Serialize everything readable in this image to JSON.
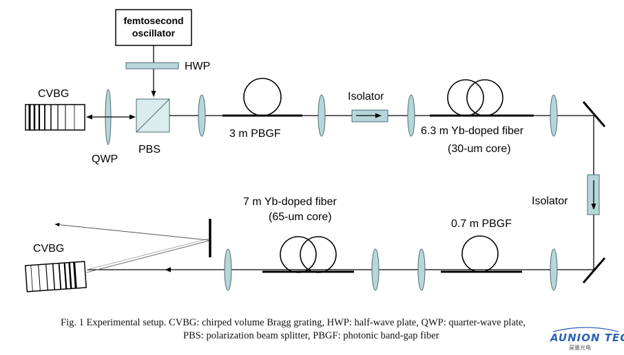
{
  "components": {
    "oscillator": {
      "line1": "femtosecond",
      "line2": "oscillator"
    },
    "hwp": "HWP",
    "cvbg_top": "CVBG",
    "qwp": "QWP",
    "pbs": "PBS",
    "pbgf_3m": "3 m PBGF",
    "isolator_top": "Isolator",
    "yb_fiber_1": {
      "line1": "6.3 m Yb-doped fiber",
      "line2": "(30-um core)"
    },
    "isolator_right": "Isolator",
    "yb_fiber_2": {
      "line1": "7 m Yb-doped fiber",
      "line2": "(65-um core)"
    },
    "pbgf_07m": "0.7 m PBGF",
    "cvbg_bottom": "CVBG"
  },
  "caption": {
    "line1": "Fig. 1 Experimental setup. CVBG: chirped volume Bragg grating, HWP: half-wave plate, QWP: quarter-wave plate,",
    "line2": "PBS: polarization beam splitter, PBGF: photonic band-gap fiber"
  },
  "watermark": {
    "brand": "AUNION TECH",
    "sub": "昊量光电"
  },
  "colors": {
    "lens_fill": "#b7d6d9",
    "logo": "#2a62b8",
    "beam": "#000000"
  }
}
